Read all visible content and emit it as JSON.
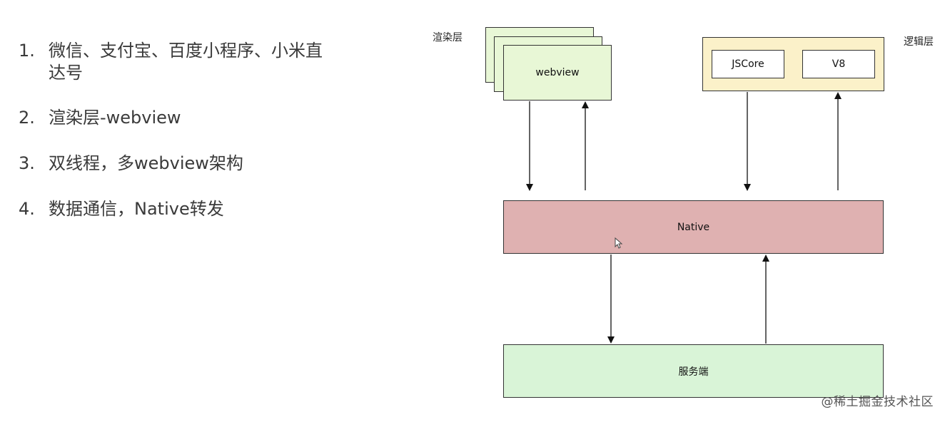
{
  "list": {
    "items": [
      {
        "number": "1.",
        "text": "微信、支付宝、百度小程序、小米直达号"
      },
      {
        "number": "2.",
        "text": "渲染层-webview"
      },
      {
        "number": "3.",
        "text": "双线程，多webview架构"
      },
      {
        "number": "4.",
        "text": "数据通信，Native转发"
      }
    ]
  },
  "diagram": {
    "render_layer_label": "渲染层",
    "logic_layer_label": "逻辑层",
    "webview_label": "webview",
    "jscore_label": "JSCore",
    "v8_label": "V8",
    "native_label": "Native",
    "server_label": "服务端"
  },
  "watermark": "@稀土掘金技术社区",
  "colors": {
    "webview_fill": "#e8f7d6",
    "logic_fill": "#fbf1c9",
    "native_fill": "#dfb1b1",
    "server_fill": "#d9f4d7"
  }
}
